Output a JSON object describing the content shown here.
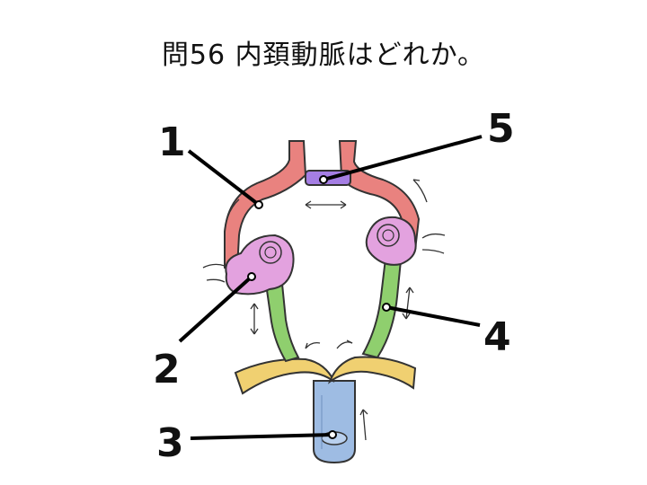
{
  "question": "問56 内頚動脈はどれか。",
  "labels": [
    "1",
    "2",
    "3",
    "4",
    "5"
  ],
  "colors": {
    "red_vessel": "#e9827f",
    "pink_sac": "#e3a2df",
    "green_vessel": "#8fcf6e",
    "yellow_vessel": "#f0d071",
    "blue_vessel": "#9ebce3",
    "purple_connector": "#a57ee4"
  }
}
